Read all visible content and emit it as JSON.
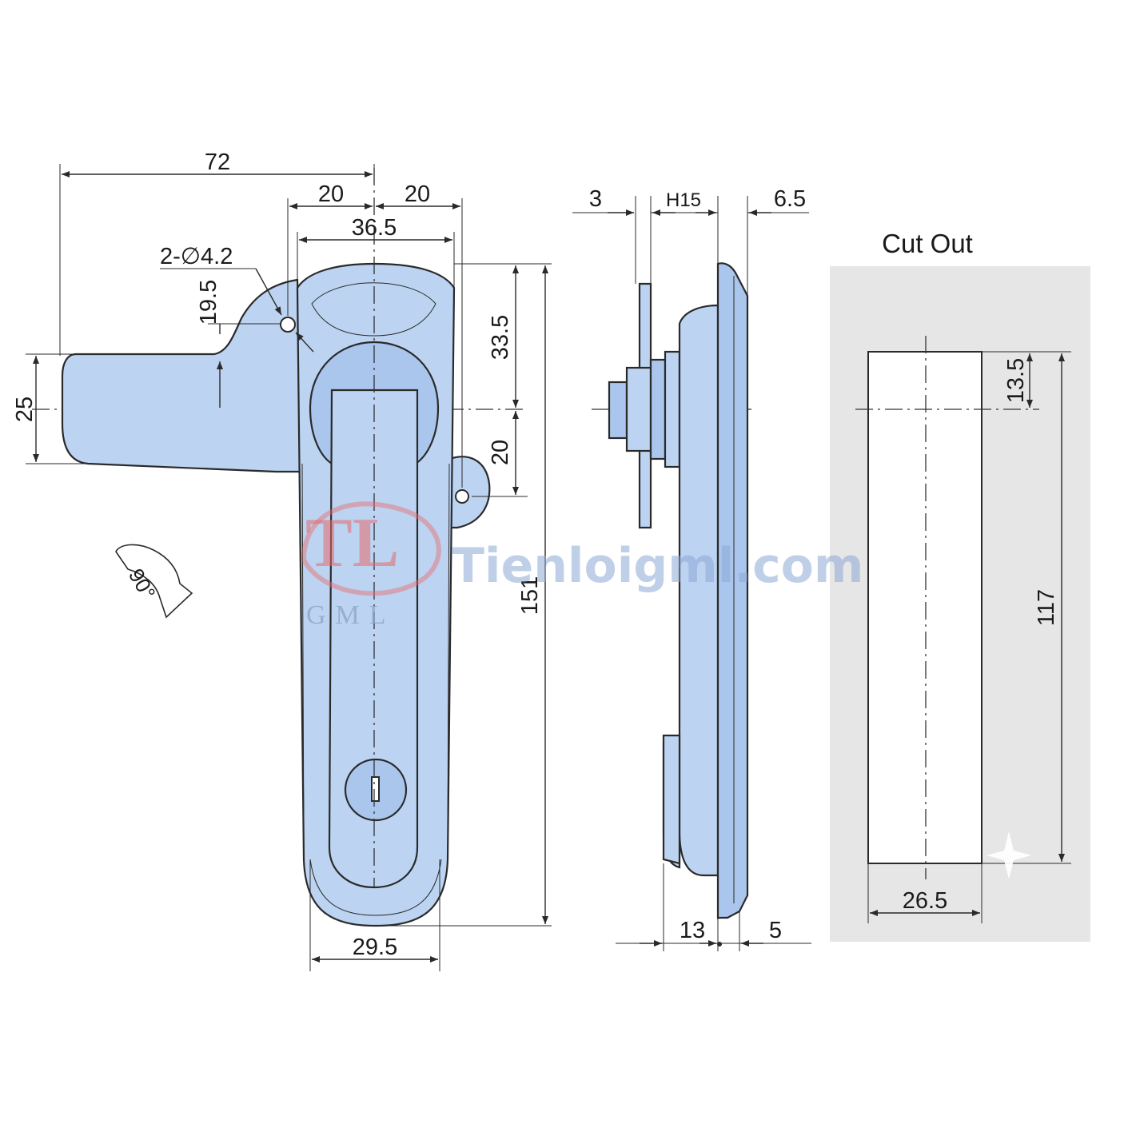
{
  "labels": {
    "width_total": "72",
    "left_offset": "20",
    "right_offset": "20",
    "handle_width": "36.5",
    "holes": "2-∅4.2",
    "upper_height": "19.5",
    "arm_height": "25",
    "top_to_center": "33.5",
    "center_to_hole": "20",
    "total_height": "151",
    "bottom_width": "29.5",
    "rotation": "90°",
    "side_left": "3",
    "side_h": "H15",
    "side_right": "6.5",
    "side_bottom_left": "13",
    "side_bottom_right": "5",
    "cutout_title": "Cut Out",
    "cutout_top": "13.5",
    "cutout_height": "117",
    "cutout_width": "26.5"
  },
  "watermark": {
    "logo_letters": "TL",
    "logo_sub": "GML",
    "site": "Tienloigml.com"
  },
  "colors": {
    "part_fill": "#bcd4f2",
    "cutout_bg": "#e6e6e6",
    "watermark_red": "#e86a6a",
    "watermark_blue": "#8ea8d6"
  }
}
